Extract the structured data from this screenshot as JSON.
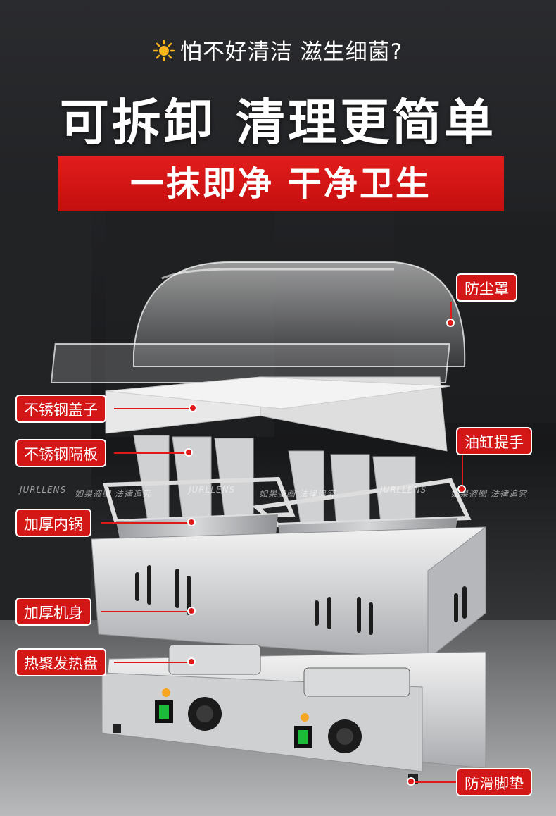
{
  "header": {
    "tagline": "怕不好清洁 滋生细菌?",
    "title": "可拆卸 清理更简单",
    "banner": "一抹即净 干净卫生"
  },
  "icons": {
    "tagline_icon": "sun-icon"
  },
  "labels": {
    "dust_cover": "防尘罩",
    "steel_lid": "不锈钢盖子",
    "steel_divider": "不锈钢隔板",
    "handle": "油缸提手",
    "inner_pot": "加厚内锅",
    "body": "加厚机身",
    "heating_plate": "热聚发热盘",
    "foot_pad": "防滑脚垫"
  },
  "watermarks": {
    "brand": "JURLLENS",
    "text": "如果盗图 法律追究"
  },
  "colors": {
    "accent_red": "#d31616",
    "banner_red": "#e21d1d",
    "background": "#1a1b1d"
  }
}
